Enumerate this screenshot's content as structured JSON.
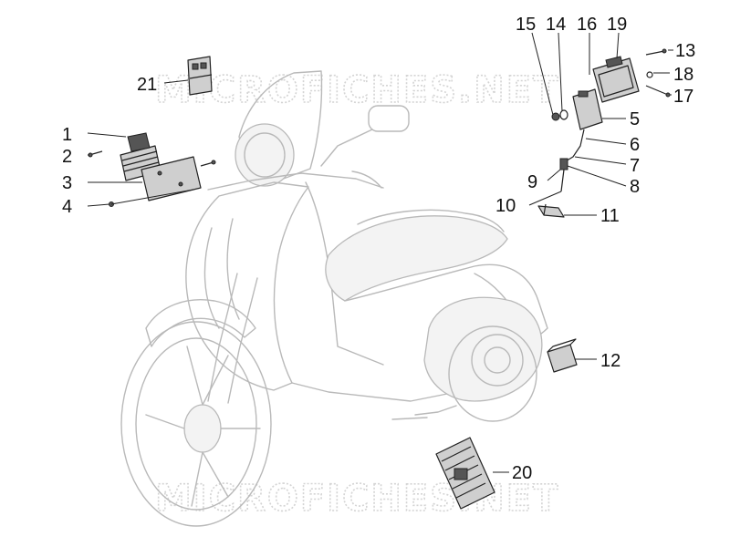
{
  "watermark": {
    "top": "MICROFICHES.NET",
    "bottom": "MICROFICHES.NET"
  },
  "callouts": [
    {
      "id": "1",
      "label": "1"
    },
    {
      "id": "2",
      "label": "2"
    },
    {
      "id": "3",
      "label": "3"
    },
    {
      "id": "4",
      "label": "4"
    },
    {
      "id": "5",
      "label": "5"
    },
    {
      "id": "6",
      "label": "6"
    },
    {
      "id": "7",
      "label": "7"
    },
    {
      "id": "8",
      "label": "8"
    },
    {
      "id": "9",
      "label": "9"
    },
    {
      "id": "10",
      "label": "10"
    },
    {
      "id": "11",
      "label": "11"
    },
    {
      "id": "12",
      "label": "12"
    },
    {
      "id": "13",
      "label": "13"
    },
    {
      "id": "14",
      "label": "14"
    },
    {
      "id": "15",
      "label": "15"
    },
    {
      "id": "16",
      "label": "16"
    },
    {
      "id": "17",
      "label": "17"
    },
    {
      "id": "18",
      "label": "18"
    },
    {
      "id": "19",
      "label": "19"
    },
    {
      "id": "20",
      "label": "20"
    },
    {
      "id": "21",
      "label": "21"
    }
  ]
}
